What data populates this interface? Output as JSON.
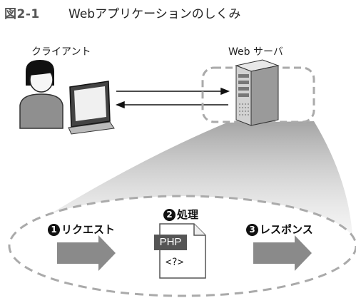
{
  "figure": {
    "label": "図2-1",
    "title": "Webアプリケーションのしくみ"
  },
  "client": {
    "label": "クライアント"
  },
  "server": {
    "label": "Web サーバ"
  },
  "steps": [
    {
      "num": "1",
      "label": "リクエスト"
    },
    {
      "num": "2",
      "label": "処理"
    },
    {
      "num": "3",
      "label": "レスポンス"
    }
  ],
  "file": {
    "type_label": "PHP",
    "code": "<?>"
  },
  "colors": {
    "arrow": "#8a8a8a",
    "dashed": "#aaaaaa",
    "cone": "#c8c8c8",
    "server": "#d4d4d4"
  }
}
